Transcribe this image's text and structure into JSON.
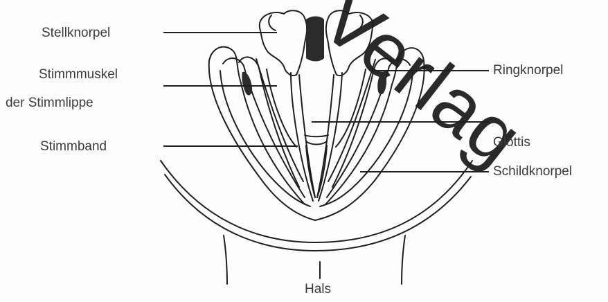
{
  "labels": {
    "stellknorpel": "Stellknorpel",
    "stimmmuskel_line1": "Stimmmuskel",
    "stimmmuskel_line2": "der Stimmlippe",
    "stimmband": "Stimmband",
    "ringknorpel": "Ringknorpel",
    "glottis": "Glottis",
    "schildknorpel": "Schildknorpel",
    "hals": "Hals"
  },
  "watermark": "Verlag"
}
